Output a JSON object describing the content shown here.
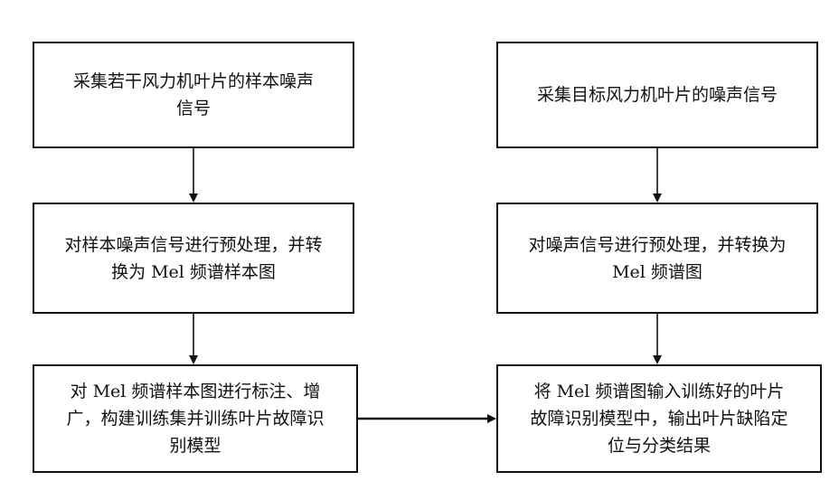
{
  "nodes": [
    {
      "id": "n1",
      "lines": [
        "采集若干风力机叶片的样本噪声",
        "信号"
      ]
    },
    {
      "id": "n2",
      "lines": [
        "对样本噪声信号进行预处理，并转",
        "换为 Mel 频谱样本图"
      ]
    },
    {
      "id": "n3",
      "lines": [
        "对 Mel 频谱样本图进行标注、增",
        "广，构建训练集并训练叶片故障识",
        "别模型"
      ]
    },
    {
      "id": "n4",
      "lines": [
        "采集目标风力机叶片的噪声信号"
      ]
    },
    {
      "id": "n5",
      "lines": [
        "对噪声信号进行预处理，并转换为",
        "Mel 频谱图"
      ]
    },
    {
      "id": "n6",
      "lines": [
        "将 Mel 频谱图输入训练好的叶片",
        "故障识别模型中，输出叶片缺陷定",
        "位与分类结果"
      ]
    }
  ],
  "edges": [
    {
      "from": "n1",
      "to": "n2"
    },
    {
      "from": "n2",
      "to": "n3"
    },
    {
      "from": "n3",
      "to": "n6"
    },
    {
      "from": "n4",
      "to": "n5"
    },
    {
      "from": "n5",
      "to": "n6"
    }
  ],
  "colors": {
    "stroke": "#111111",
    "background": "#ffffff"
  }
}
